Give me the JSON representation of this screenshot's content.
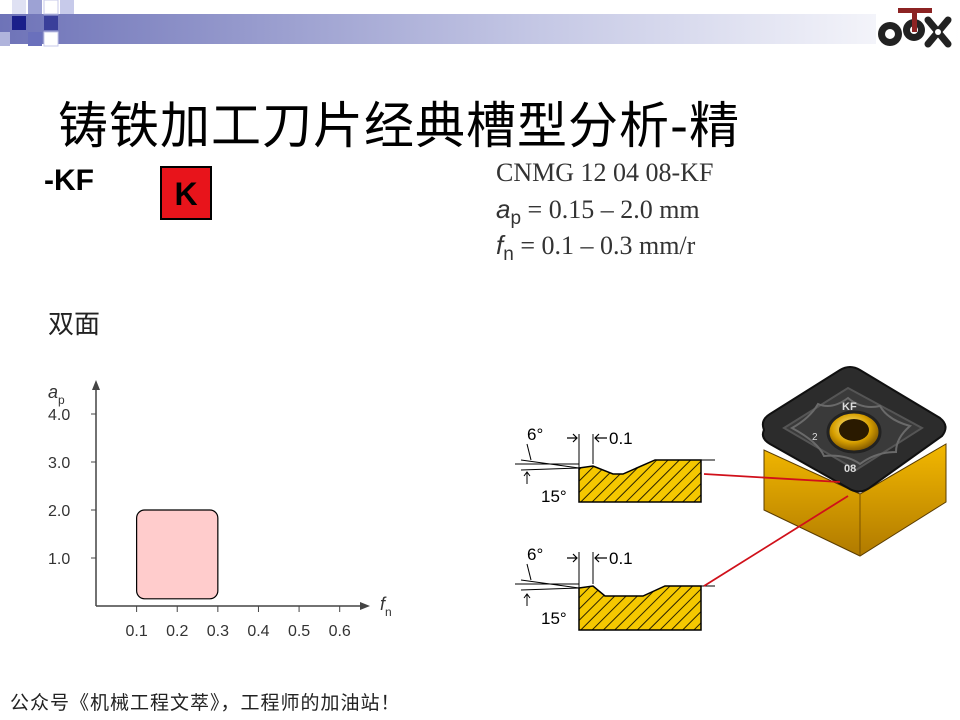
{
  "title": "铸铁加工刀片经典槽型分析-精",
  "geometry_code": "-KF",
  "material_badge": {
    "label": "K",
    "color": "#e8141b"
  },
  "spec": {
    "designation": "CNMG 12 04 08-KF",
    "ap_var": "a",
    "ap_sub": "p",
    "ap_range": " = 0.15 – 2.0 mm",
    "fn_var": "f",
    "fn_sub": "n",
    "fn_range": " = 0.1 – 0.3 mm/r"
  },
  "sided_label": "双面",
  "chart_data": {
    "type": "area",
    "ylabel_var": "a",
    "ylabel_sub": "p",
    "xlabel_var": "f",
    "xlabel_sub": "n",
    "xticks": [
      "0.1",
      "0.2",
      "0.3",
      "0.4",
      "0.5",
      "0.6"
    ],
    "yticks": [
      "1.0",
      "2.0",
      "3.0",
      "4.0"
    ],
    "xlim": [
      0,
      0.65
    ],
    "ylim": [
      0,
      4.5
    ],
    "region": {
      "f_min": 0.1,
      "f_max": 0.3,
      "ap_min": 0.15,
      "ap_max": 2.0,
      "color": "#ffcccc"
    }
  },
  "profiles": [
    {
      "angle_top": "6°",
      "land": "0.1",
      "angle_bottom": "15°"
    },
    {
      "angle_top": "6°",
      "land": "0.1",
      "angle_bottom": "15°"
    }
  ],
  "insert": {
    "mark_top": "KF",
    "mark_side": "2",
    "mark_corner": "08"
  },
  "footer": "公众号《机械工程文萃》，工程师的加油站！"
}
